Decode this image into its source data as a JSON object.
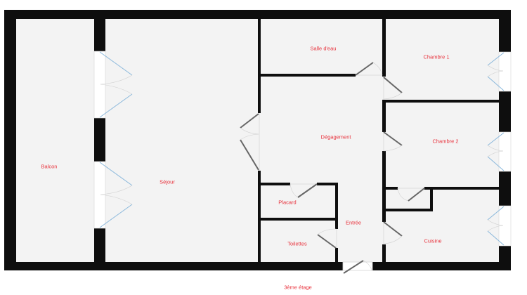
{
  "plan": {
    "floor_label": "3ème étage",
    "colors": {
      "wall": "#0e0e0e",
      "floor": "#f3f3f3",
      "label": "#e8323c",
      "door_leaf": "#666666",
      "window_leaf": "#8ab8dc",
      "arc": "#d0d0d0"
    },
    "rooms": [
      {
        "id": "balcon",
        "label": "Balcon"
      },
      {
        "id": "sejour",
        "label": "Séjour"
      },
      {
        "id": "salle-deau",
        "label": "Salle d'eau"
      },
      {
        "id": "chambre-1",
        "label": "Chambre 1"
      },
      {
        "id": "degagement",
        "label": "Dégagement"
      },
      {
        "id": "chambre-2",
        "label": "Chambre 2"
      },
      {
        "id": "placard",
        "label": "Placard"
      },
      {
        "id": "entree",
        "label": "Entrée"
      },
      {
        "id": "toilettes",
        "label": "Toilettes"
      },
      {
        "id": "cuisine",
        "label": "Cuisine"
      }
    ]
  }
}
